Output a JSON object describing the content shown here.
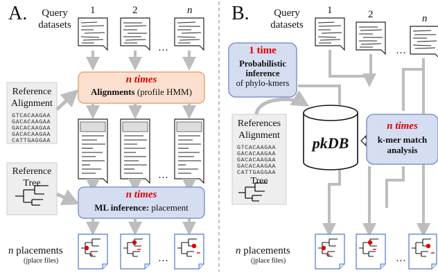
{
  "panel_a": {
    "letter": "A.",
    "query_label_line1": "Query",
    "query_label_line2": "datasets",
    "dataset_numbers": [
      "1",
      "2",
      "n"
    ],
    "ellipsis": "…",
    "align_box": {
      "title": "n times",
      "bold": "Alignments",
      "rest": " (profile HMM)"
    },
    "reference_alignment": {
      "line1": "Reference",
      "line2": "Alignment",
      "sequences": [
        "GTCACAAGAA",
        "GACACAAGAA",
        "GACACAAGAA",
        "GACACAAGAA",
        "CATTGAGGAA"
      ]
    },
    "reference_tree": {
      "line1": "Reference",
      "line2": "Tree"
    },
    "ml_box": {
      "title": "n times",
      "bold": "ML inference:",
      "rest": " placement"
    },
    "placements": {
      "n": "n",
      "label": " placements",
      "sub": "(jplace files)"
    }
  },
  "panel_b": {
    "letter": "B.",
    "query_label_line1": "Query",
    "query_label_line2": "datasets",
    "dataset_numbers": [
      "1",
      "2",
      "n"
    ],
    "ellipsis": "…",
    "prob_box": {
      "title": "1 time",
      "line1": "Probabilistic",
      "line2": "inference",
      "line3": "of phylo-kmers"
    },
    "references": {
      "line1": "References",
      "line2": "Alignment",
      "sequences": [
        "GTCACAAGAA",
        "GACACAAGAA",
        "GACACAAGAA",
        "GACACAAGAA",
        "CATTGAGGAA"
      ],
      "tree_label": "Tree"
    },
    "db_label": "pkDB",
    "kmer_box": {
      "title": "n times",
      "line1": "k-mer match",
      "line2": "analysis"
    },
    "placements": {
      "n": "n",
      "label": " placements",
      "sub": "(jplace files)"
    }
  },
  "colors": {
    "orange_box": "#fbe0cf",
    "orange_border": "#e8a27a",
    "blue_box": "#d5ddf1",
    "blue_border": "#7f94c8",
    "red": "#e00000",
    "arrow": "#bdbdbd",
    "gray_box": "#eeeeee"
  }
}
